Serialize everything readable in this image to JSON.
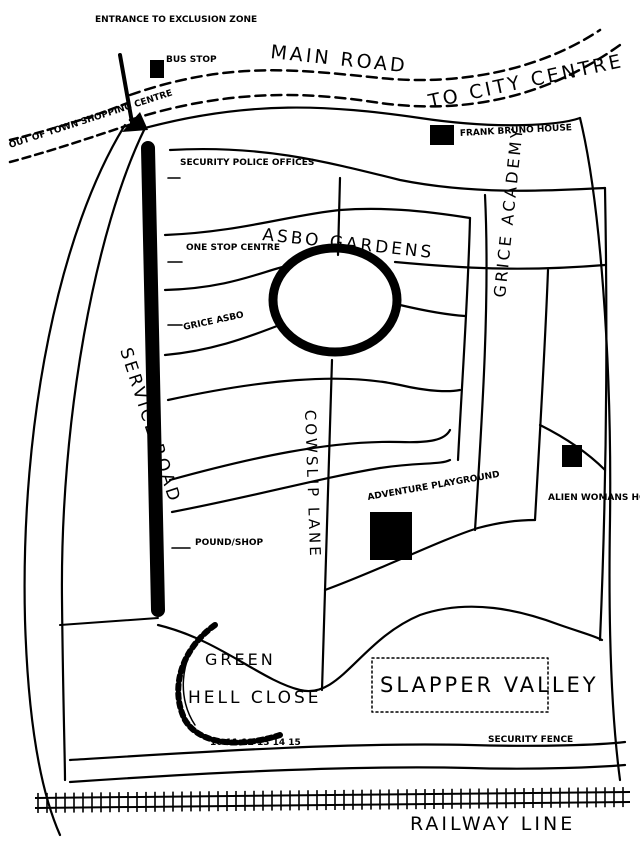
{
  "labels": {
    "entrance": "ENTRANCE TO EXCLUSION ZONE",
    "bus_stop": "BUS STOP",
    "main_road": "MAIN ROAD",
    "to_city_centre": "TO CITY CENTRE",
    "out_of_town": "OUT OF TOWN SHOPPING CENTRE",
    "frank_bruno_house": "FRANK BRUNO HOUSE",
    "security_police": "SECURITY POLICE OFFICES",
    "one_stop": "ONE STOP CENTRE",
    "asbo_gardens": "ASBO GARDENS",
    "grice_asbo": "GRICE ASBO",
    "service_road": "SERVICE ROAD",
    "cowslip_lane": "COWSLIP LANE",
    "grice_academy": "GRICE ACADEMY",
    "adventure_playground": "ADVENTURE PLAYGROUND",
    "alien_womans_house": "ALIEN WOMANS HOUSE",
    "pound_shop": "POUND/SHOP",
    "green": "GREEN",
    "hell_close": "HELL CLOSE",
    "house_numbers": "10 11 12 13 14 15",
    "slapper_valley": "SLAPPER VALLEY",
    "security_fence": "SECURITY FENCE",
    "railway_line": "RAILWAY LINE"
  },
  "colors": {
    "ink": "#000000",
    "paper": "#ffffff"
  }
}
